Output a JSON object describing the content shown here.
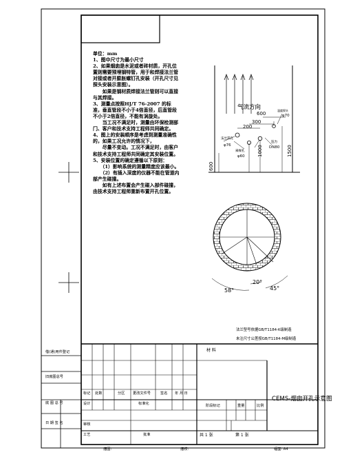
{
  "notes": {
    "unit": "单位：mm",
    "items": [
      "1、图中尺寸为最小尺寸",
      "2、如果烟囱是水泥或者砖材质，开孔位置则需要预埋钢特管，用于和焊接法兰管对接或者开膨胀螺钉孔安装（开孔尺寸见探头安装示意图）。",
      "　　如果是钢材质焊接法兰管则可以直接与其焊接。",
      "3、测量点按照HJ/T 76-2007 的标准，垂直管段不小于4倍直径，后直管段不小于2倍直径，不能有涡旋处。",
      "　　当工况不满足时，测量由环保检测部门、客户和技术支持工程师共同确定。",
      "4、图上的安装顺序是考虑到测量准确性的，如果工况允许的情况下，",
      "　　尽量不变动。工况不满足时，由客户和技术支持工程师共同确定其安装位置。",
      "5、安装位置的确定遵循以下原则：",
      "　　（1）影响系统的测量精度应该最小。",
      "　　（2）有插入深度的仪器不能在管道内部产生碰撞。",
      "　　如有上述布置会产生碰入部件碰撞，由技术支持工程师重新布置开孔位置。"
    ]
  },
  "drawing": {
    "flow_label": "气流方向",
    "dims": {
      "d600": "600",
      "d300": "300",
      "d200": "200",
      "d1000": "1000",
      "d1500": "1500",
      "d600v": "600"
    },
    "labels": {
      "temp_sensor": "温度探头",
      "temp_dia": "φ70",
      "flange": "法兰开孔",
      "flange_dia": "φ76",
      "pressure": "压力",
      "pressure_sub": "DN80",
      "sampling": "采样孔",
      "sampling_dia": "φ60"
    },
    "angles": {
      "a58": "58°",
      "a20": "20°",
      "a45": "45°"
    },
    "remarks": [
      "法兰型号依据GB/T1184-K级制造",
      "未注尺寸公差按GB/T1184-M级制造"
    ]
  },
  "titleblock": {
    "left_rows": [
      "借(通)用件登记",
      "旧底图总号",
      "底 图 总 号",
      "日 期  签 名"
    ],
    "header": [
      "标记",
      "处数",
      "分区",
      "更改文件号",
      "签名",
      "年 月 日"
    ],
    "roles": [
      "设计",
      "标准化",
      "审核",
      "工艺",
      "批准"
    ],
    "material_label": "材 料",
    "stage_label": "阶段标记",
    "weight_label": "重量",
    "scale_label": "比例",
    "sheets_total": "共 1 张",
    "sheet_no": "第 1 张",
    "drawing_title": "CEMS-烟囱开孔示意图",
    "footer": {
      "copy": "描图:",
      "check": "描校:",
      "format": "幅面: A4"
    }
  }
}
